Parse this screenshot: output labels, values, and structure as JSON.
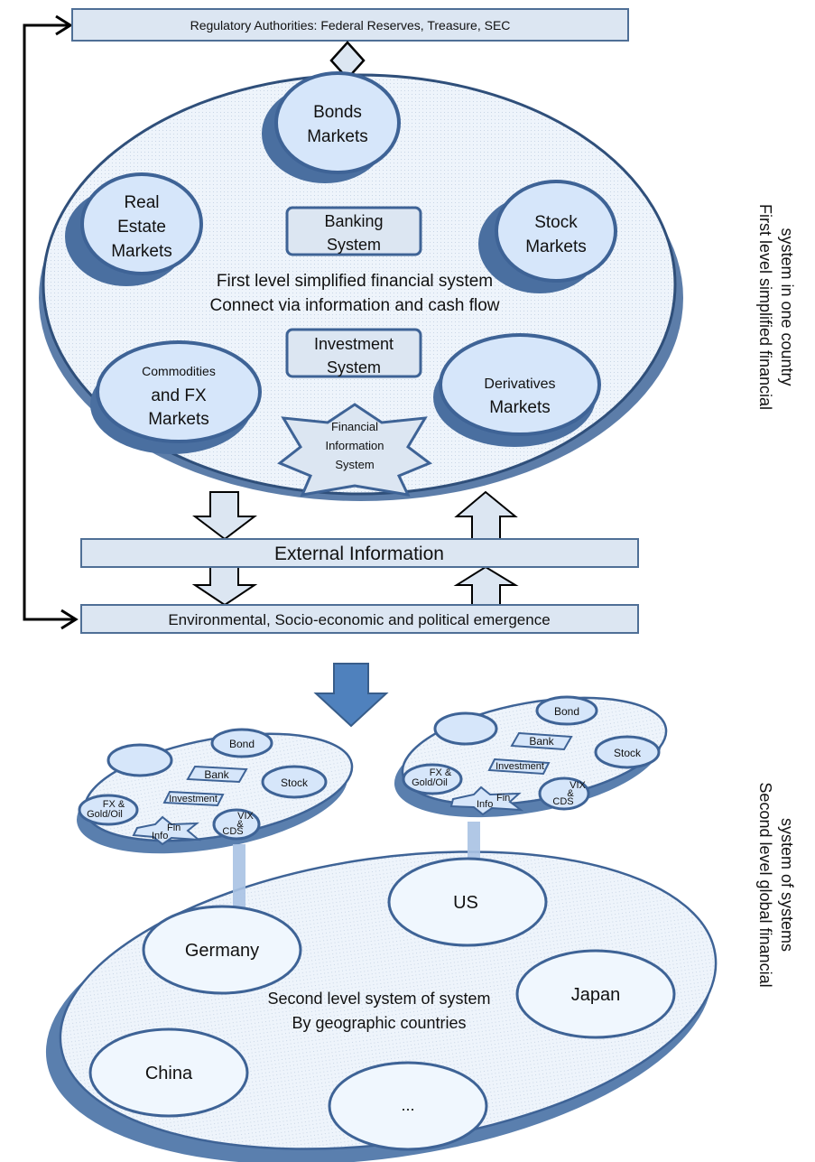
{
  "regulatory": {
    "label": "Regulatory Authorities: Federal Reserves, Treasure, SEC"
  },
  "level1": {
    "markets": {
      "bonds": [
        "Bonds",
        "Markets"
      ],
      "real_estate": [
        "Real",
        "Estate",
        "Markets"
      ],
      "stock": [
        "Stock",
        "Markets"
      ],
      "commodities": [
        "Commodities",
        "and FX",
        "Markets"
      ],
      "derivatives": [
        "Derivatives",
        "Markets"
      ]
    },
    "banking": [
      "Banking",
      "System"
    ],
    "investment": [
      "Investment",
      "System"
    ],
    "fin_info": [
      "Financial",
      "Information",
      "System"
    ],
    "center_text": [
      "First level simplified financial system",
      "Connect via information and cash flow"
    ],
    "side_label": [
      "First level simplified financial",
      "system in one country"
    ]
  },
  "external": {
    "label": "External Information"
  },
  "environment": {
    "label": "Environmental, Socio-economic and political emergence"
  },
  "mini_system": {
    "bond": "Bond",
    "bank": "Bank",
    "stock": "Stock",
    "investment": "Investment",
    "fx": [
      "FX &",
      "Gold/Oil"
    ],
    "vix": [
      "VIX",
      "&",
      "CDS"
    ],
    "fin": "Fin",
    "info": "Info"
  },
  "level2": {
    "countries": {
      "us": "US",
      "germany": "Germany",
      "japan": "Japan",
      "china": "China",
      "more": "..."
    },
    "center_text": [
      "Second level system of system",
      "By geographic countries"
    ],
    "side_label": [
      "Second level global financial",
      "system of systems"
    ]
  },
  "colors": {
    "box_fill": "#dce6f2",
    "box_stroke": "#4f6f96",
    "bubble_fill": "#d6e6fa",
    "bubble_shadow": "#4a6fa0",
    "big_arrow": "#4f81bd"
  }
}
